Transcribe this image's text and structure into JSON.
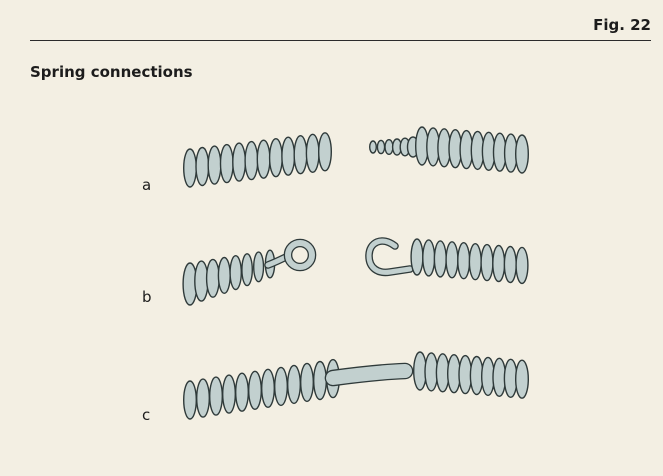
{
  "figure": {
    "number": "Fig. 22",
    "title": "Spring connections"
  },
  "variants": [
    {
      "label": "a"
    },
    {
      "label": "b"
    },
    {
      "label": "c"
    }
  ],
  "colors": {
    "background": "#f3efe3",
    "spring_fill": "#c2d0cf",
    "spring_outline": "#2f3a3a",
    "rule": "#2b2b2b"
  }
}
